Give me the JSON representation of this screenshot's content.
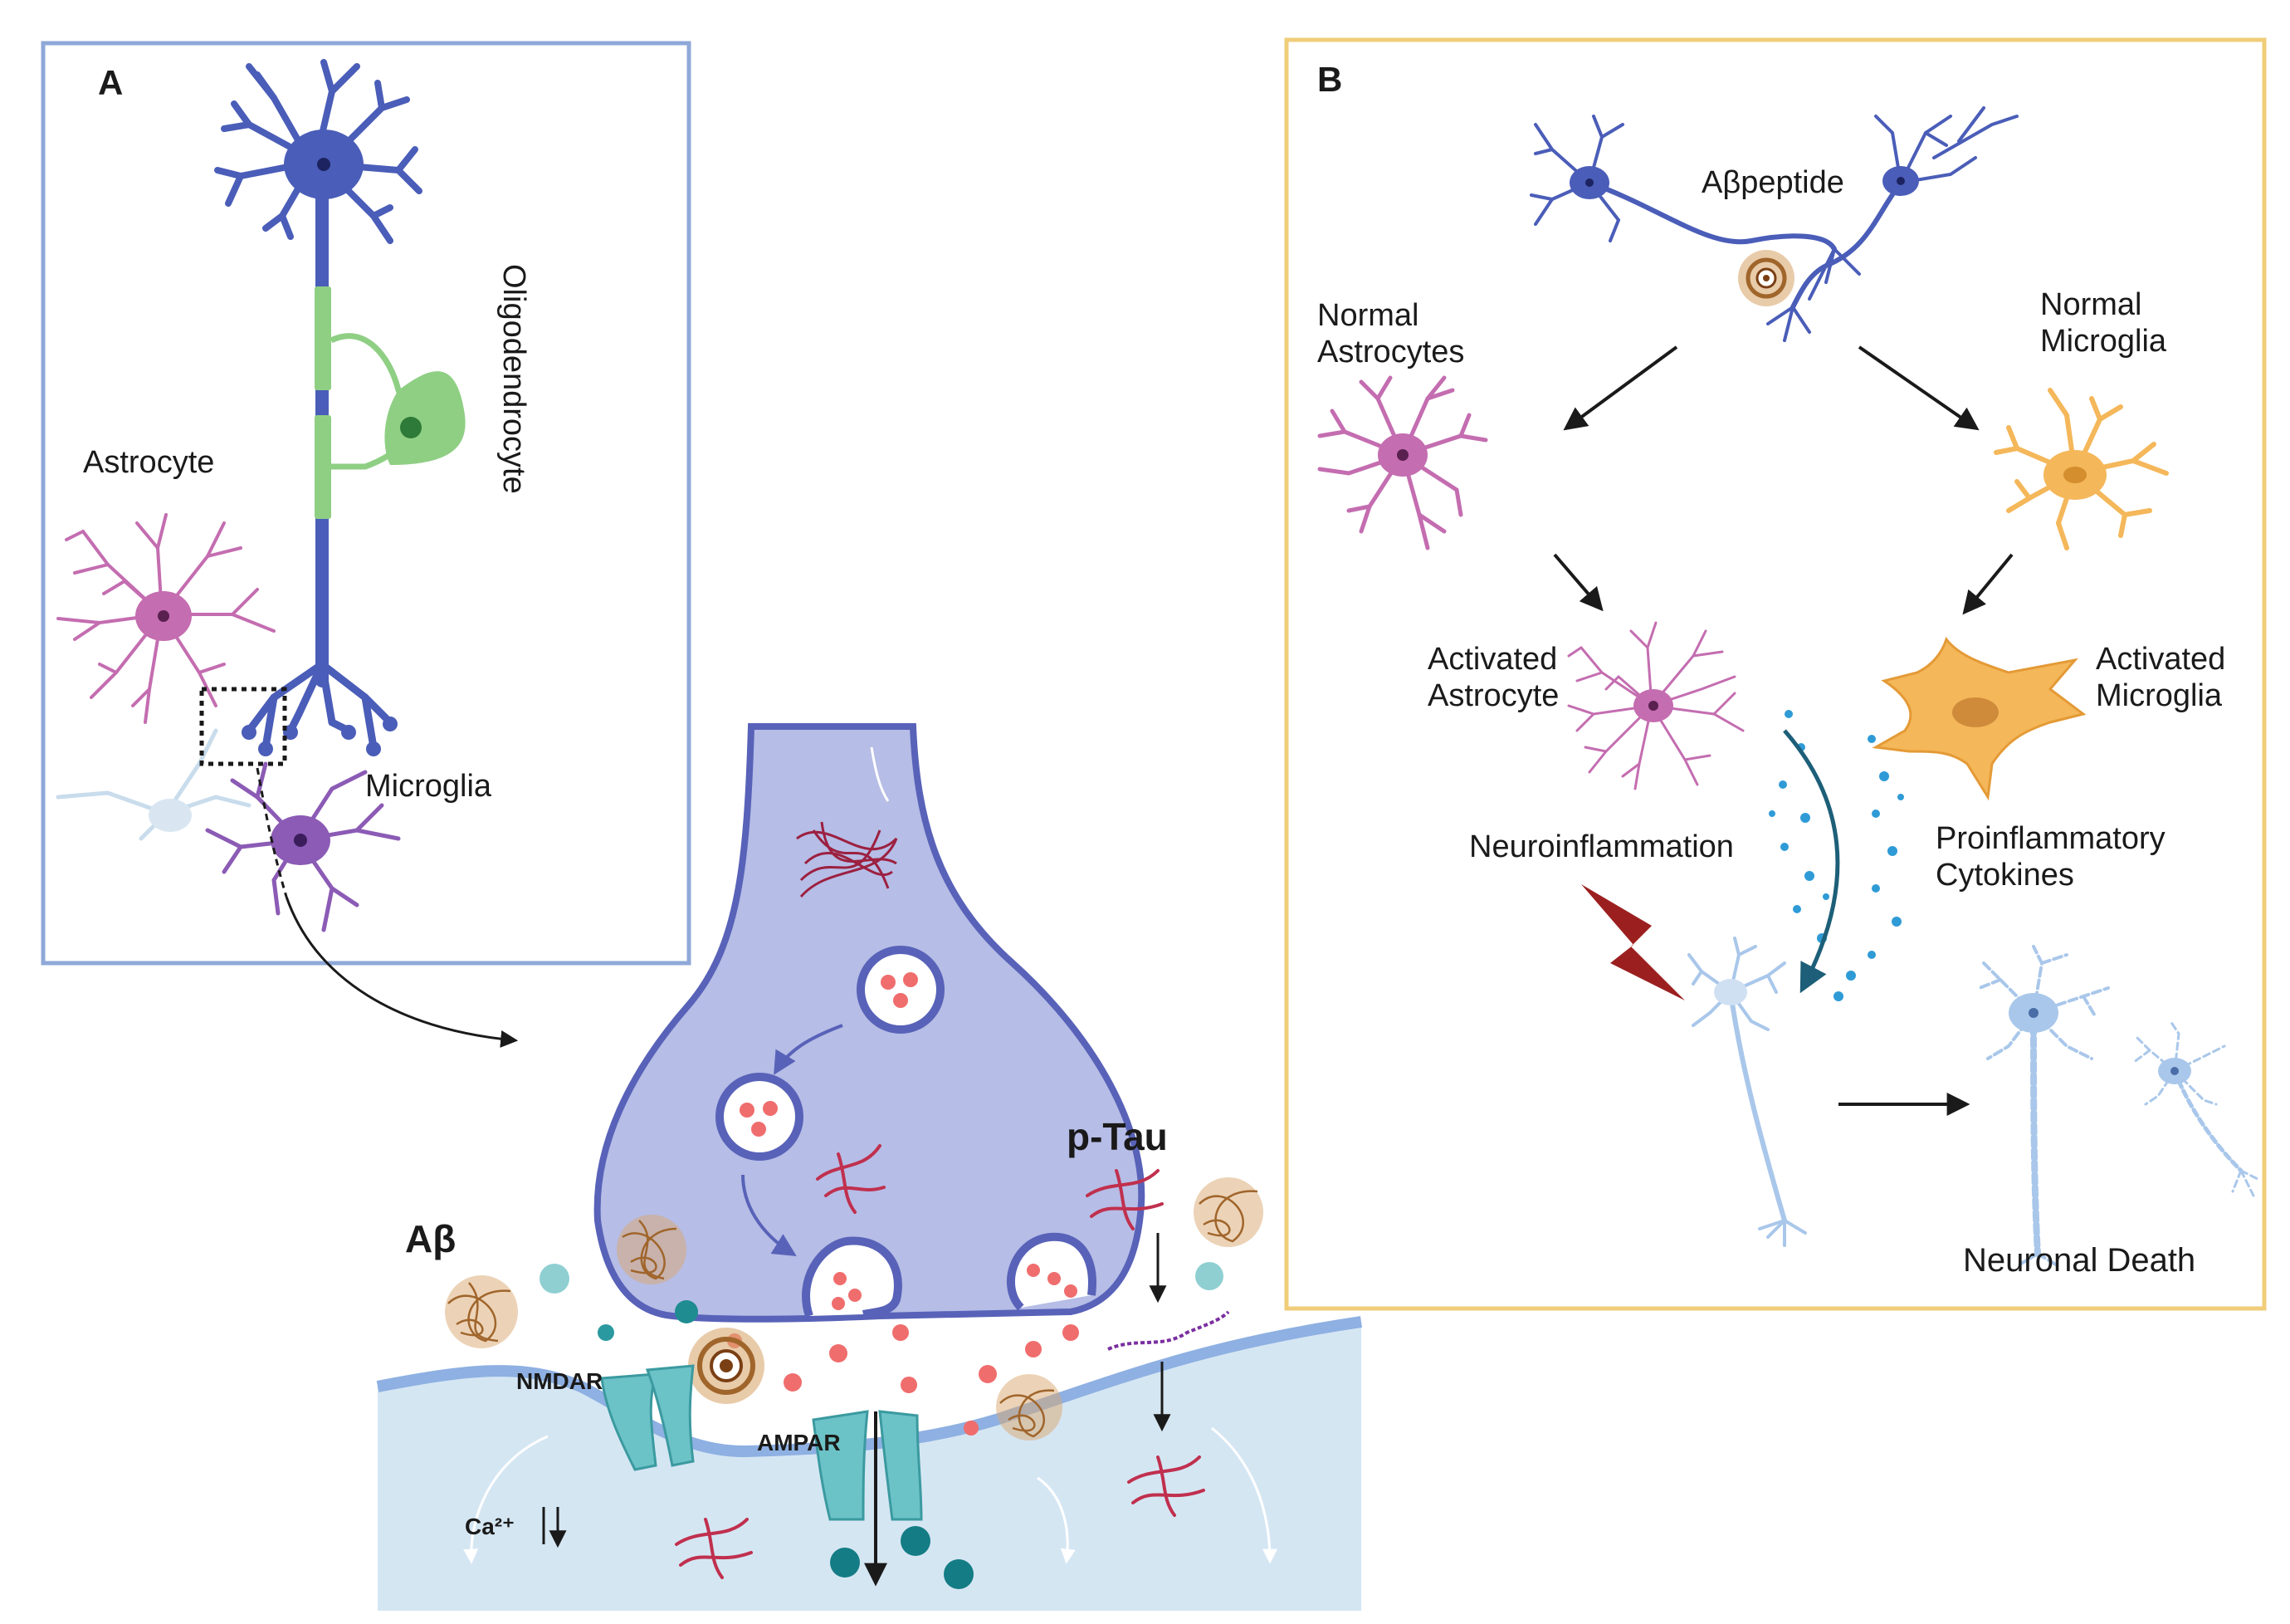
{
  "panel_a": {
    "letter": "A",
    "oligodendrocyte": "Oligodendrocyte",
    "astrocyte": "Astrocyte",
    "microglia": "Microglia"
  },
  "synapse": {
    "abeta": "Aβ",
    "ptau": "p-Tau",
    "nmdar": "NMDAR",
    "ampar": "AMPAR",
    "calcium": "Ca²⁺",
    "calcium_arrows": "↓↓"
  },
  "panel_b": {
    "letter": "B",
    "abeta_peptide": "Aβpeptide",
    "normal_astrocytes": [
      "Normal",
      "Astrocytes"
    ],
    "normal_microglia": [
      "Normal",
      "Microglia"
    ],
    "activated_astrocyte": [
      "Activated",
      "Astrocyte"
    ],
    "activated_microglia": [
      "Activated",
      "Microglia"
    ],
    "neuroinflammation": "Neuroinflammation",
    "proinflammatory_cytokines": [
      "Proinflammatory",
      "Cytokines"
    ],
    "neuronal_death": "Neuronal Death"
  },
  "colors": {
    "panel_a_border": "#8fa8d8",
    "panel_b_border": "#f0cd7a",
    "neuron": "#4a5db8",
    "oligodendrocyte": "#8fcf84",
    "astrocyte": "#c46db0",
    "microglia": "#8b5bb5",
    "activated_microglia": "#f4b75a",
    "terminal_fill": "#b6bde6",
    "terminal_stroke": "#5862b8",
    "postsynaptic": "#d5e6f3",
    "membrane": "#8eb0e2",
    "ptau": "#c0304e",
    "amyloid": "#a0652b",
    "vesicle_dot": "#f06d6d",
    "lightning": "#9c1f1f",
    "dying_neuron": "#a9c7ea",
    "cytokine": "#2f9bd6"
  }
}
